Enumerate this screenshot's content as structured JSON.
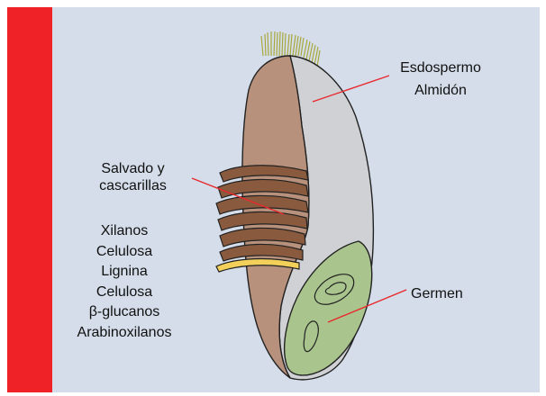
{
  "labels": {
    "endosperm": [
      "Esdospermo",
      "Almidón"
    ],
    "bran": [
      "Salvado y",
      "cascarillas"
    ],
    "germ": "Germen",
    "components": [
      "Xilanos",
      "Celulosa",
      "Lignina",
      "Celulosa",
      "β-glucanos",
      "Arabinoxilanos"
    ]
  },
  "colors": {
    "background": "#d4dde9",
    "accent_bar": "#ee2227",
    "bran_body": "#b8917c",
    "bran_layers": "#8a5a3e",
    "endosperm": "#cfd1d4",
    "germ": "#a9c58d",
    "aleurone_layer": "#f2d05a",
    "hairs": "#a8a83c",
    "leader_lines": "#e8282c"
  }
}
